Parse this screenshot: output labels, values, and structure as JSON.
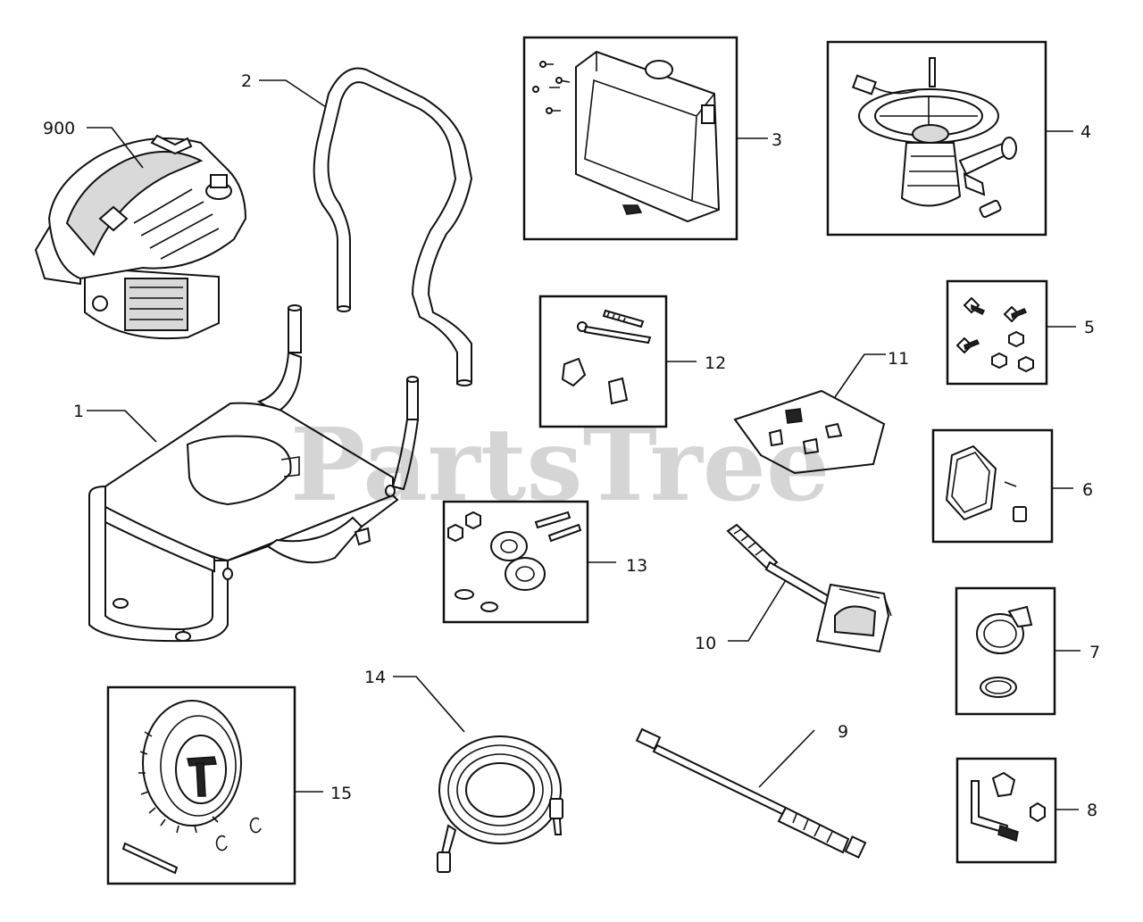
{
  "watermark": "PartsTree",
  "callouts": {
    "c1": "1",
    "c2": "2",
    "c3": "3",
    "c4": "4",
    "c5": "5",
    "c6": "6",
    "c7": "7",
    "c8": "8",
    "c9": "9",
    "c10": "10",
    "c11": "11",
    "c12": "12",
    "c13": "13",
    "c14": "14",
    "c15": "15",
    "c900": "900"
  }
}
